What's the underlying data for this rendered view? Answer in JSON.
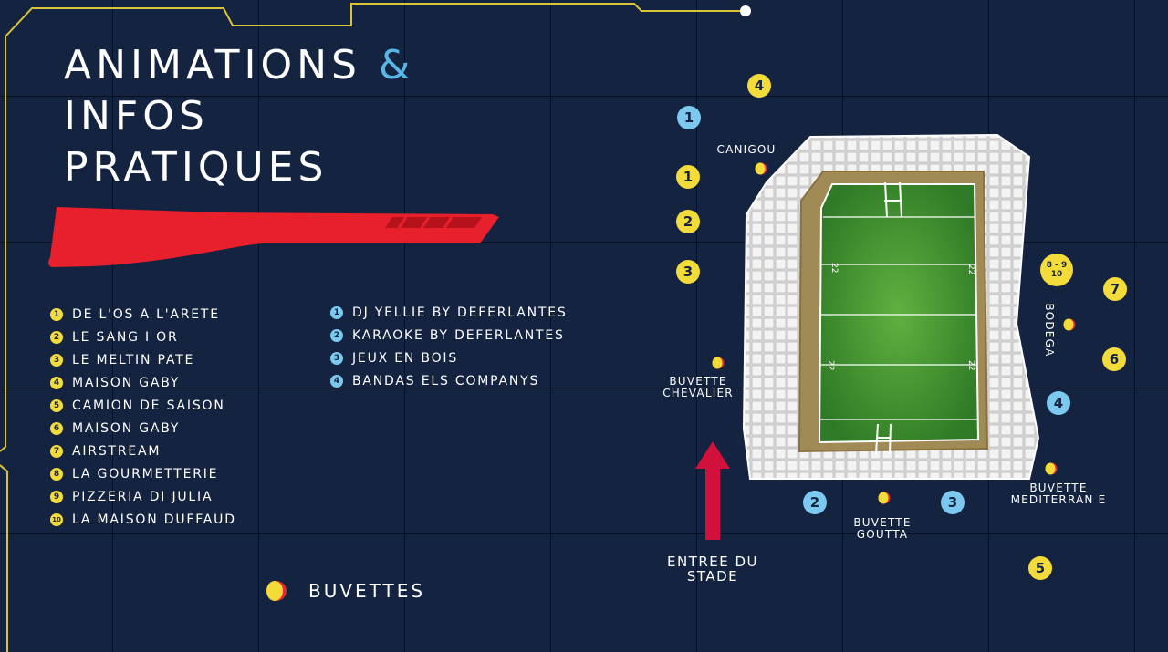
{
  "header": {
    "title_line1": "Animations",
    "title_amp": "&",
    "title_line2": "Infos",
    "title_line3": "Pratiques"
  },
  "colors": {
    "background": "#142340",
    "accent_blue": "#56b7e6",
    "marker_yellow": "#f3dc3a",
    "marker_blue": "#7cc9ef",
    "bar_red": "#e8202c",
    "circuit_line": "#d9c43a"
  },
  "food_list": [
    {
      "num": "1",
      "label": "De l'os a l'arete"
    },
    {
      "num": "2",
      "label": "Le Sang i Or"
    },
    {
      "num": "3",
      "label": "Le Meltin Pate"
    },
    {
      "num": "4",
      "label": "Maison Gaby"
    },
    {
      "num": "5",
      "label": "Camion de Saison"
    },
    {
      "num": "6",
      "label": "Maison Gaby"
    },
    {
      "num": "7",
      "label": "Airstream"
    },
    {
      "num": "8",
      "label": "La Gourmetterie"
    },
    {
      "num": "9",
      "label": "Pizzeria di Julia"
    },
    {
      "num": "10",
      "label": "La Maison Duffaud"
    }
  ],
  "animations_list": [
    {
      "num": "1",
      "label": "DJ Yellie by Deferlantes"
    },
    {
      "num": "2",
      "label": "Karaoke by Deferlantes"
    },
    {
      "num": "3",
      "label": "Jeux en bois"
    },
    {
      "num": "4",
      "label": "Bandas els Companys"
    }
  ],
  "legend": {
    "label": "Buvettes"
  },
  "map": {
    "yellow_markers": {
      "m1": "1",
      "m2": "2",
      "m3": "3",
      "m4": "4",
      "m5": "5",
      "m6": "6",
      "m7": "7",
      "m8_line1": "8 - 9",
      "m8_line2": "10"
    },
    "blue_markers": {
      "m1": "1",
      "m2": "2",
      "m3": "3",
      "m4": "4"
    },
    "labels": {
      "canigou": "Canigou",
      "chevalier_line1": "Buvette",
      "chevalier_line2": "Chevalier",
      "bodega": "Bodega",
      "mediterrane_line1": "Buvette",
      "mediterrane_line2": "Mediterran e",
      "goutta_line1": "Buvette",
      "goutta_line2": "Goutta",
      "entree_line1": "Entree du",
      "entree_line2": "stade"
    },
    "field_markings": [
      "22",
      "22",
      "22",
      "22"
    ]
  }
}
